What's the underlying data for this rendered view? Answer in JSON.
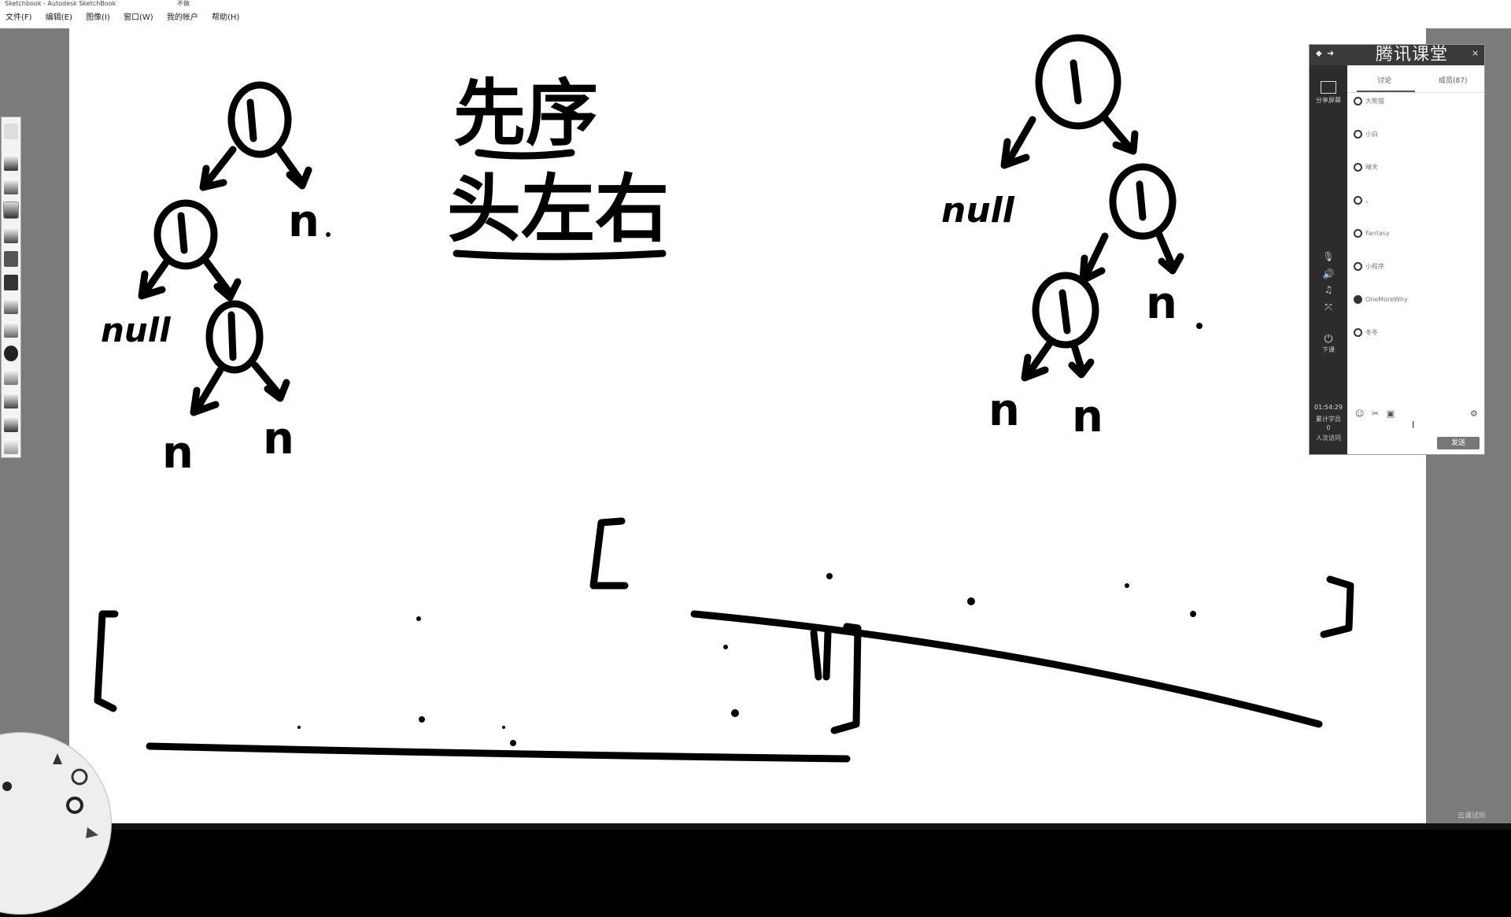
{
  "window": {
    "title": "Sketchbook - Autodesk SketchBook",
    "title_right": "不做"
  },
  "menu": {
    "items": [
      "文件(F)",
      "编辑(E)",
      "图像(I)",
      "窗口(W)",
      "我的帐户",
      "帮助(H)"
    ]
  },
  "board": {
    "title_line1": "先序",
    "title_line2": "头左右",
    "left_tree": {
      "nodes": [
        "1",
        "1",
        "1"
      ],
      "leaves": [
        "n",
        "null",
        "n",
        "n"
      ]
    },
    "right_tree": {
      "nodes": [
        "1",
        "1",
        "1"
      ],
      "leaves": [
        "null",
        "n",
        "n",
        "n"
      ]
    }
  },
  "chat": {
    "logo": "腾讯课堂",
    "tabs": {
      "discussion": "讨论",
      "members": "成员(87)"
    },
    "side": {
      "share_screen": "分享屏幕",
      "end_class": "下课",
      "timer": "01:54:29",
      "stats1": "累计学员",
      "stats1_value": "0",
      "stats2": "人次访问"
    },
    "messages": [
      {
        "name": "大熊猫"
      },
      {
        "name": "小白"
      },
      {
        "name": "晴天"
      },
      {
        "name": "。"
      },
      {
        "name": "Fantasy"
      },
      {
        "name": "小程序"
      },
      {
        "name": "OneMoreWhy"
      },
      {
        "name": "冬冬"
      }
    ],
    "send_label": "发送"
  },
  "watermark": "云课试听"
}
